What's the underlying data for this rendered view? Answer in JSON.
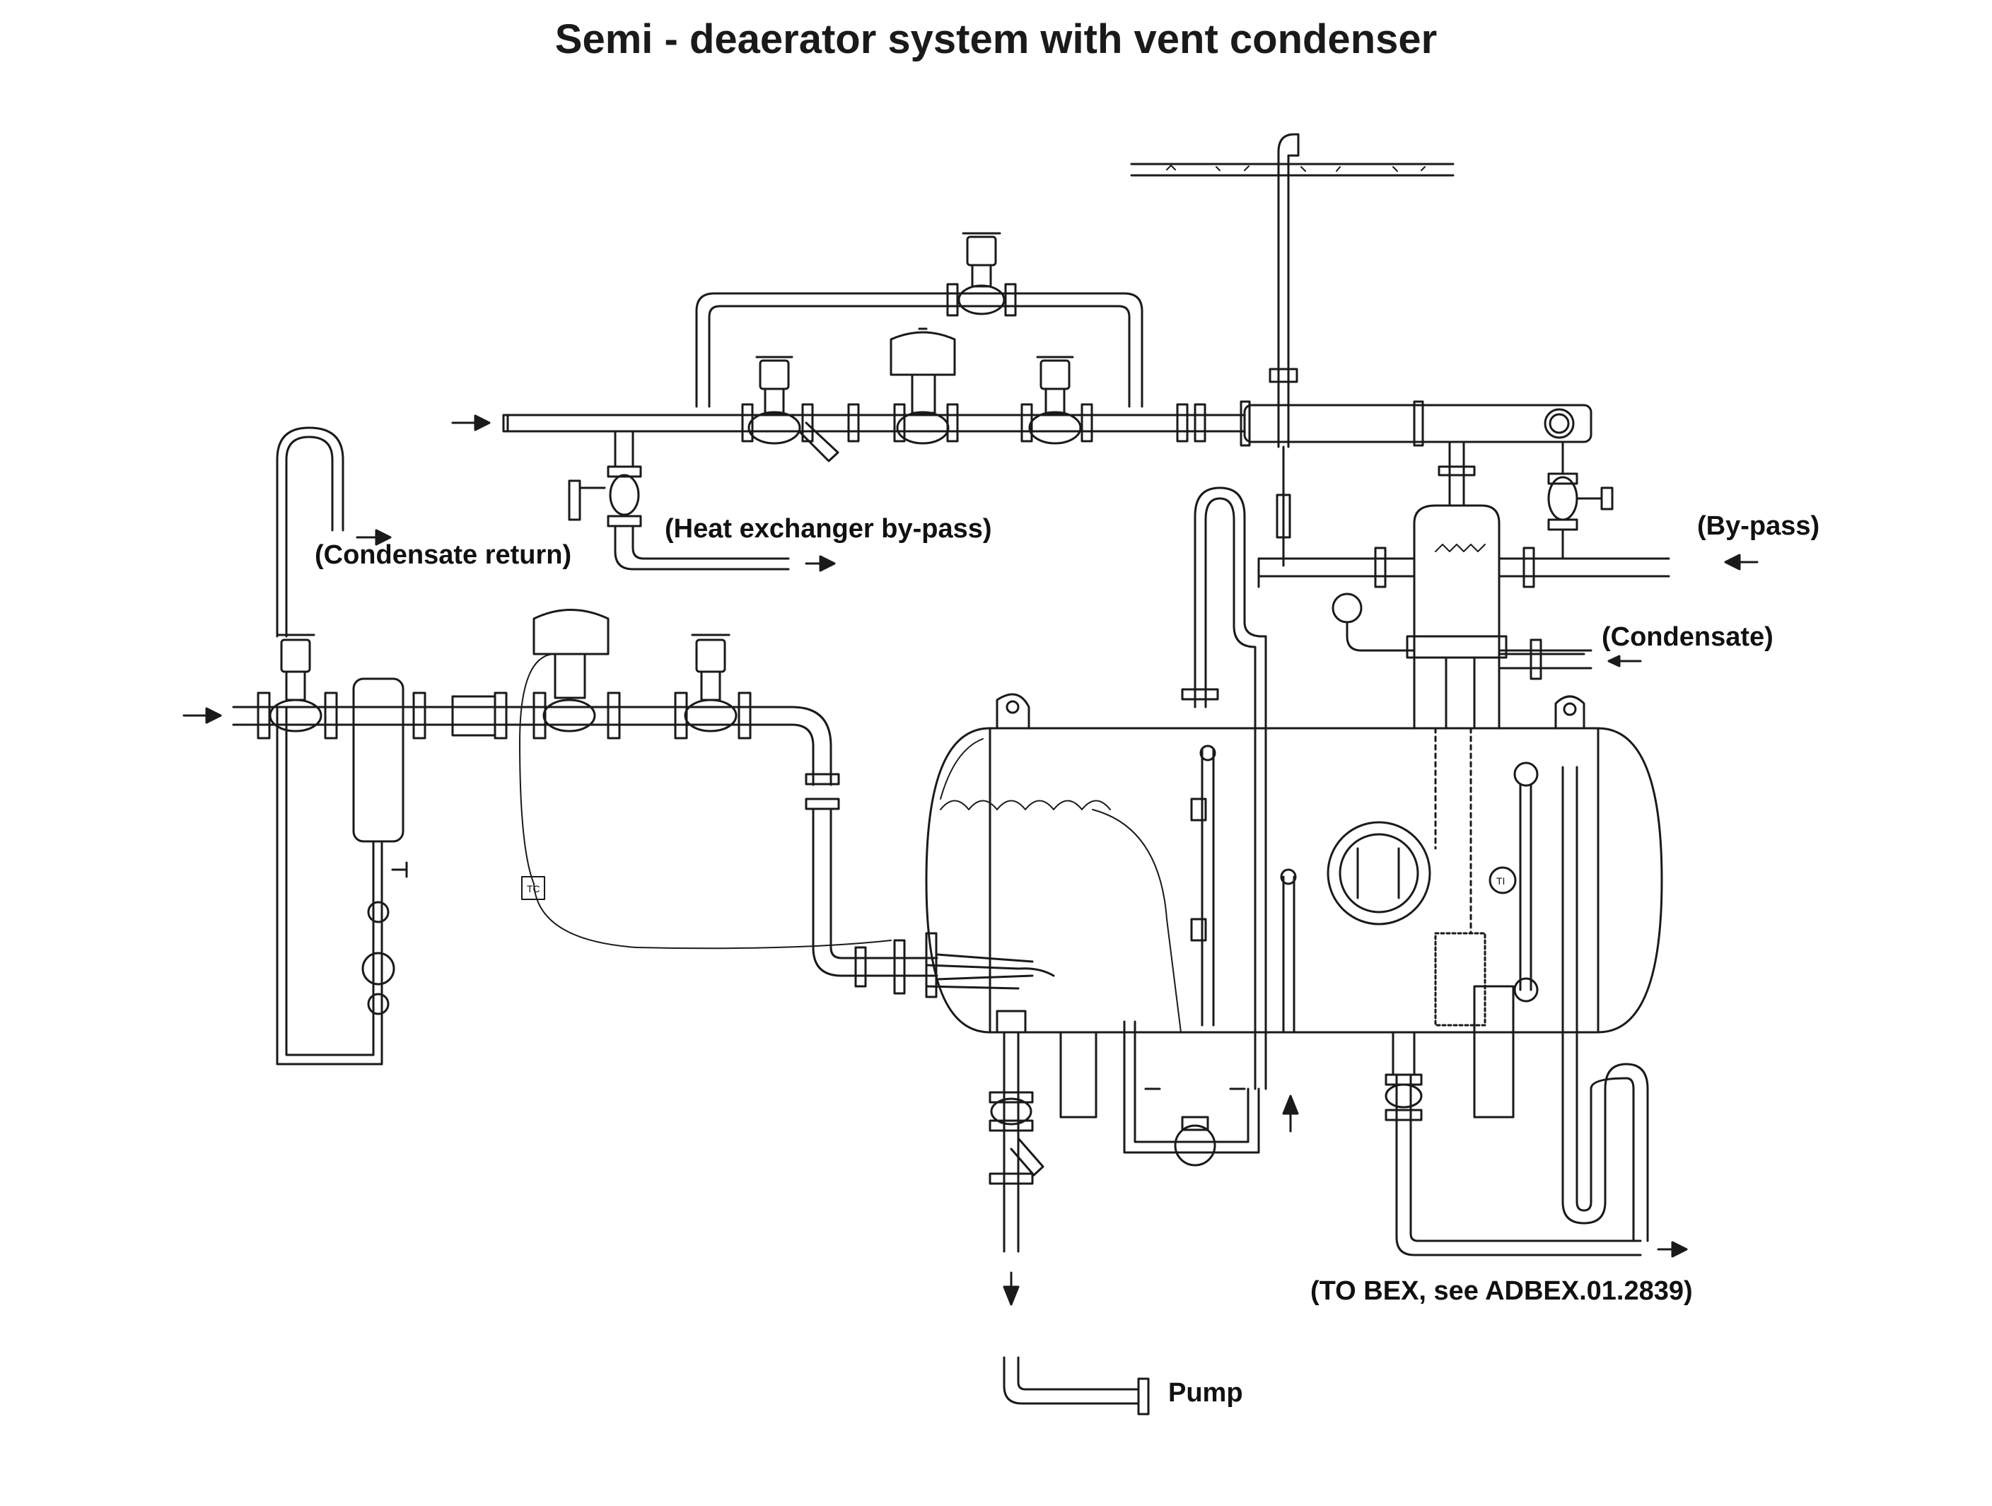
{
  "title": "Semi - deaerator system with vent condenser",
  "labels": {
    "condensate_return": "(Condensate return)",
    "heat_exchanger_bypass": "(Heat exchanger by-pass)",
    "bypass": "(By-pass)",
    "condensate": "(Condensate)",
    "to_bex": "(TO BEX, see ADBEX.01.2839)",
    "pump": "Pump"
  },
  "instrument_tags": {
    "temperature_controller": "TC",
    "thermometer": "TI"
  },
  "colors": {
    "line": "#1a1a1a",
    "background": "#ffffff"
  }
}
